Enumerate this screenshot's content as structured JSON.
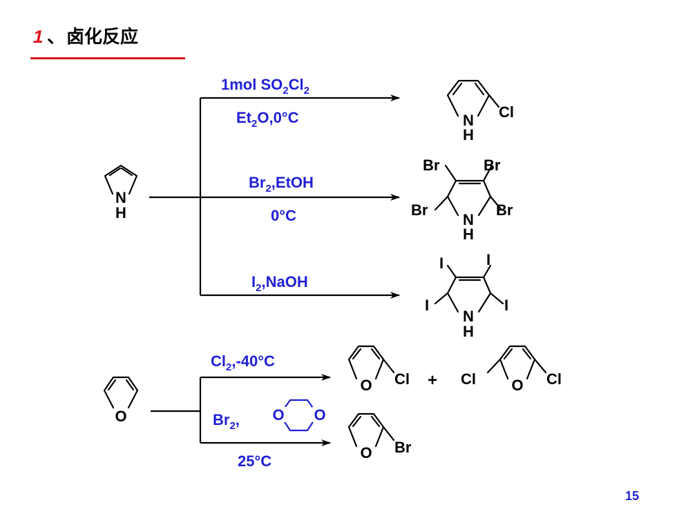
{
  "title": {
    "number": "1",
    "separator": "、",
    "text": "卤化反应"
  },
  "page_number": "15",
  "pyrrole_reactions": {
    "reactant": {
      "atom_n": "N",
      "atom_h": "H"
    },
    "reaction1": {
      "cond1_main": "1mol SO",
      "cond1_sub1": "2",
      "cond1_mid": "Cl",
      "cond1_sub2": "2",
      "cond2_main": "Et",
      "cond2_sub": "2",
      "cond2_rest": "O,0°C",
      "product": {
        "atom_n": "N",
        "atom_h": "H",
        "substituent": "Cl"
      }
    },
    "reaction2": {
      "cond1_main": "Br",
      "cond1_sub": "2",
      "cond1_rest": ",EtOH",
      "cond2": "0°C",
      "product": {
        "atom_n": "N",
        "atom_h": "H",
        "sub_2": "Br",
        "sub_3": "Br",
        "sub_4": "Br",
        "sub_5": "Br"
      }
    },
    "reaction3": {
      "cond_main": "I",
      "cond_sub": "2",
      "cond_rest": ",NaOH",
      "product": {
        "atom_n": "N",
        "atom_h": "H",
        "sub_2": "I",
        "sub_3": "I",
        "sub_4": "I",
        "sub_5": "I"
      }
    }
  },
  "furan_reactions": {
    "reactant": {
      "atom_o": "O"
    },
    "reaction1": {
      "cond_main": "Cl",
      "cond_sub": "2",
      "cond_rest": ",-40°C",
      "product1": {
        "atom_o": "O",
        "substituent": "Cl"
      },
      "plus": "+",
      "product2": {
        "atom_o": "O",
        "sub_left": "Cl",
        "sub_right": "Cl"
      }
    },
    "reaction2": {
      "cond1_main": "Br",
      "cond1_sub": "2",
      "cond1_comma": ",",
      "dioxane_o_left": "O",
      "dioxane_o_right": "O",
      "cond2": "25°C",
      "product": {
        "atom_o": "O",
        "substituent": "Br"
      }
    }
  },
  "colors": {
    "title_number": "#e0151c",
    "underline": "#e0151c",
    "conditions": "#1f1fd6",
    "structure": "#000000"
  }
}
